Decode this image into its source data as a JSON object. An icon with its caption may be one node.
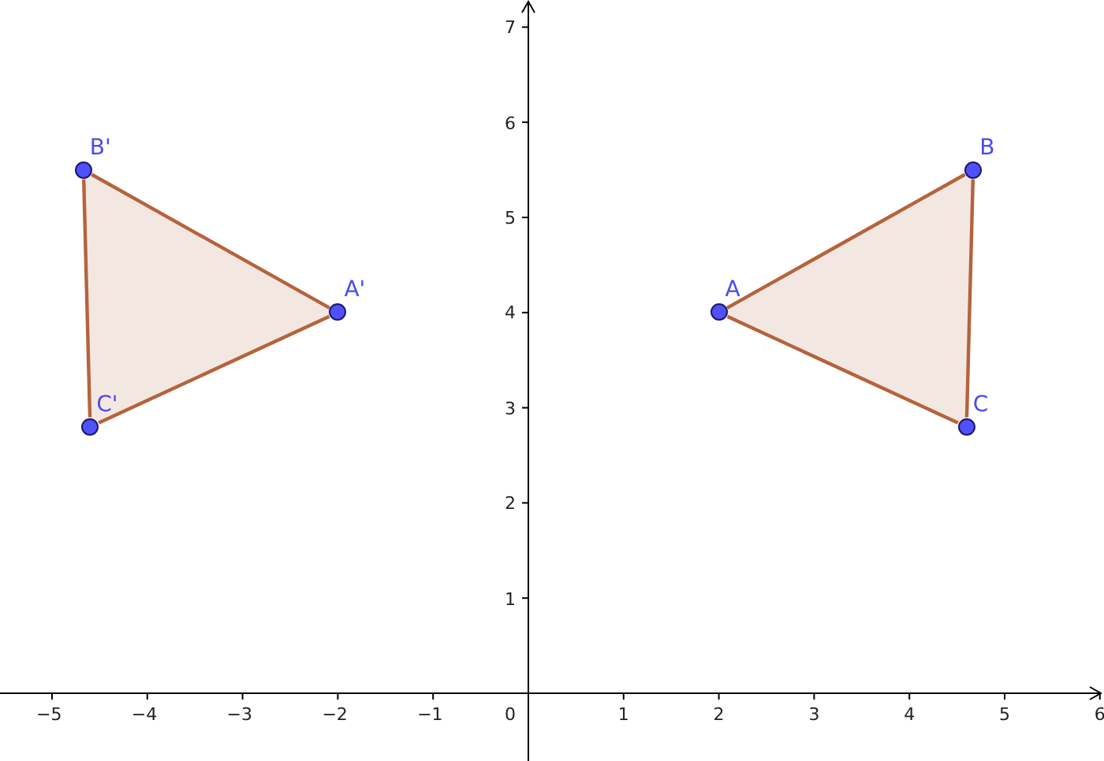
{
  "diagram": {
    "nodes": [
      {
        "text": [
          "A"
        ]
      },
      {
        "text": [
          "B"
        ]
      },
      {
        "text": [
          "C"
        ]
      },
      {
        "text": [
          "A'"
        ]
      },
      {
        "text": [
          "B'"
        ]
      },
      {
        "text": [
          "C'"
        ]
      }
    ],
    "edges": [
      {
        "from": 0,
        "to": 1,
        "arrow": "none"
      },
      {
        "from": 1,
        "to": 2,
        "arrow": "none"
      },
      {
        "from": 2,
        "to": 0,
        "arrow": "none"
      },
      {
        "from": 3,
        "to": 4,
        "arrow": "none"
      },
      {
        "from": 4,
        "to": 5,
        "arrow": "none"
      },
      {
        "from": 5,
        "to": 3,
        "arrow": "none"
      }
    ],
    "labels": [
      "7",
      "6",
      "5",
      "4",
      "3",
      "2",
      "1",
      "−5",
      "−4",
      "−3",
      "−2",
      "−1",
      "0",
      "1",
      "2",
      "3",
      "4",
      "5",
      "6"
    ]
  }
}
